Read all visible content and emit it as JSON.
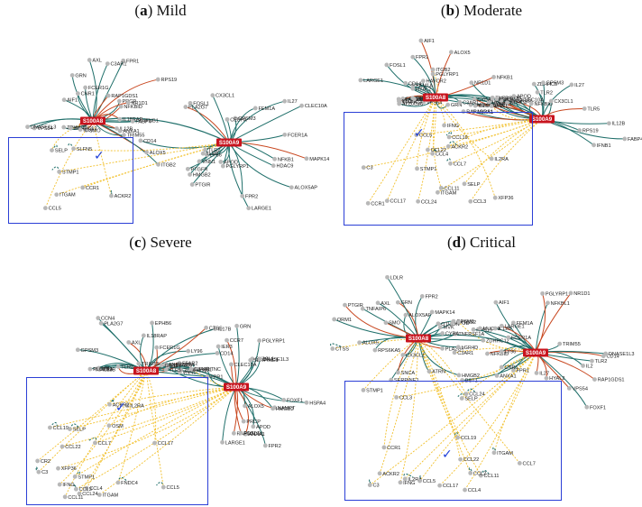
{
  "panels": [
    {
      "letter": "a",
      "name": "Mild",
      "hubs": [
        "S100A8",
        "S100A9"
      ],
      "labels": [
        "RPS19",
        "NFKB1",
        "NFKBID",
        "HMGB2",
        "AIF1",
        "ALOX5AP",
        "ZDHHC5",
        "PGLYRP1",
        "FCER1G",
        "APOD",
        "PRCP",
        "FEM1A",
        "IL12B",
        "CX3CL1",
        "TRIM55",
        "LYS6",
        "IFNB1",
        "PLA2G7",
        "NR1D1",
        "PTGFR",
        "VPS54",
        "VNN1",
        "ANXA1",
        "FPR2",
        "FPR1",
        "IL27",
        "GRN",
        "CD14",
        "SMO",
        "PTGIR",
        "CNR1",
        "CLEC10A",
        "ZDHHC12",
        "MAPK14",
        "DNASE1L3",
        "TLR8",
        "AXL",
        "LARGE1",
        "ALOX5",
        "FOSL1",
        "RAP1GDS1",
        "GPSM3",
        "IL18RAP",
        "FCER1A",
        "C3AR1",
        "HDAC9",
        "FABP4",
        "TLR2",
        "IL18",
        "CEBPA",
        "ITGB2",
        "SLFN5",
        "SELP",
        "STMP1",
        "ACKR2",
        "ITGAM",
        "CCL5",
        "CCR1"
      ],
      "check": "✓"
    },
    {
      "letter": "b",
      "name": "Moderate",
      "hubs": [
        "S100A8",
        "S100A9"
      ],
      "labels": [
        "NAMPT",
        "RPS19",
        "FPR2",
        "ANXA1",
        "GRN",
        "EPHB6",
        "AIF1",
        "NFKBID",
        "HMGB2",
        "IL12B",
        "FPR1",
        "TNFRSF1A",
        "AXL",
        "CX3CL1",
        "ALOX5AP",
        "ZDHHC5",
        "NFKB1",
        "IL27",
        "OTULIN",
        "LYS6",
        "PLA2G7",
        "IFNB1",
        "FEM1A",
        "TRIM55",
        "CD14",
        "CLEC10A",
        "LARGE1",
        "CYBA",
        "PGLYRP1",
        "NR1D1",
        "VPS54",
        "APOD",
        "ALOX5",
        "TLR5",
        "FOXF1",
        "SMO",
        "HYAL2",
        "NLRC4",
        "FOSL1",
        "RAP1GDS1",
        "PTGIR",
        "GPSM3",
        "CNR1",
        "FCER1A",
        "MAPK14",
        "IL18RAP",
        "IL18",
        "TLR2",
        "C3AR1",
        "FABP4",
        "HAVCR2",
        "CCL19",
        "STMP1",
        "VNN1",
        "ITGB2",
        "SELP",
        "CCL24",
        "ITGAM",
        "XFP36",
        "ACKR2",
        "IL2RA",
        "CCL5",
        "CCL11",
        "C3",
        "IFNG",
        "CCL7",
        "CCL4",
        "CCL3",
        "CCR1",
        "CCL22",
        "CCL17"
      ],
      "check": "✓"
    },
    {
      "letter": "c",
      "name": "Severe",
      "hubs": [
        "S100A8",
        "S100A9"
      ],
      "labels": [
        "LPI",
        "CCR7",
        "FFAR2",
        "TNC",
        "IL17B",
        "HSPA4",
        "MIF",
        "NAMPT",
        "RPS19",
        "FPR2",
        "AIF1",
        "HMGB2",
        "CCN4",
        "ANXA1",
        "FPR1",
        "GRN",
        "EPHB6",
        "CX3CL1",
        "IL12B",
        "TNFRSF1A",
        "AXL",
        "IER3",
        "LY96",
        "PRCP",
        "TRIM55",
        "SERPINE1",
        "IFNB1",
        "APOD",
        "CD14",
        "ZDHHC12",
        "PLA2G7",
        "PGLYRP1",
        "FCER1G",
        "CLEC10A",
        "CYBA",
        "FOXF1",
        "VNN1",
        "ALOX5",
        "IL18RAP",
        "DNASE1L3",
        "TLR5",
        "RAP1GDS1",
        "CTSS",
        "LARGE1",
        "PLSCR1",
        "FOSL1",
        "GPSM3",
        "GGT1",
        "TLR2",
        "C3AR1",
        "IL2RA",
        "CCL19",
        "FNDC4",
        "STMP1",
        "CR2",
        "ITGAM",
        "C3",
        "XFP36",
        "CCL24",
        "SELP",
        "CCL5",
        "ACKR2",
        "CCL11",
        "CCL7",
        "CCL4",
        "CCL3",
        "IFNG",
        "CCL22",
        "CCL17",
        "OSM"
      ],
      "check": "✓"
    },
    {
      "letter": "d",
      "name": "Critical",
      "hubs": [
        "S100A8",
        "S100A9"
      ],
      "labels": [
        "TNFAIP6",
        "IL2",
        "MVK",
        "RPS19",
        "SERPINE1",
        "ANXA1",
        "FPR2",
        "MUC19",
        "SNCA",
        "NFKBID",
        "HMGB2",
        "FPR1",
        "GRN",
        "AIF1",
        "LDLR",
        "NFKBL1",
        "CX3CL1",
        "FEM1A",
        "TNFRSF1A",
        "IL27",
        "AXL",
        "IL12B",
        "ALOX5AP",
        "TRIM55",
        "ZDHHC12",
        "CD14",
        "OTULIN",
        "LY96",
        "ORM1",
        "NR1D1",
        "RPS6KA5",
        "LARGE1",
        "PLA2G7",
        "VPS54",
        "SMO",
        "DNASE1L3",
        "CYBA",
        "PGLYRP1",
        "APOD",
        "HYAL2",
        "ALOX5",
        "FOXF1",
        "ATRN",
        "RAP1GDS1",
        "LGR4D",
        "CNR1",
        "PTGIR",
        "BST1",
        "GPSM3",
        "FCER1A",
        "MAPK14",
        "TLR2",
        "STMP1",
        "ITGAM",
        "CTSS",
        "IL2RA",
        "CCL19",
        "ITGB2",
        "CCL24",
        "SELP",
        "CCL11",
        "CCL5",
        "ACKR2",
        "C3",
        "CCL7",
        "CCL4",
        "CCR1",
        "C3AR1",
        "IFNG",
        "CCL3",
        "CCL22",
        "CCL17",
        "CCL2"
      ],
      "check": "✓"
    }
  ],
  "colors": {
    "hub_fill": "#c8141e",
    "edge_green": "#1f6f6a",
    "edge_red": "#c8461e",
    "edge_yellow": "#f2c12e",
    "node_grey": "#b8b8b8",
    "box_blue": "#2b3fd6",
    "check_blue": "#1e3fd8"
  }
}
